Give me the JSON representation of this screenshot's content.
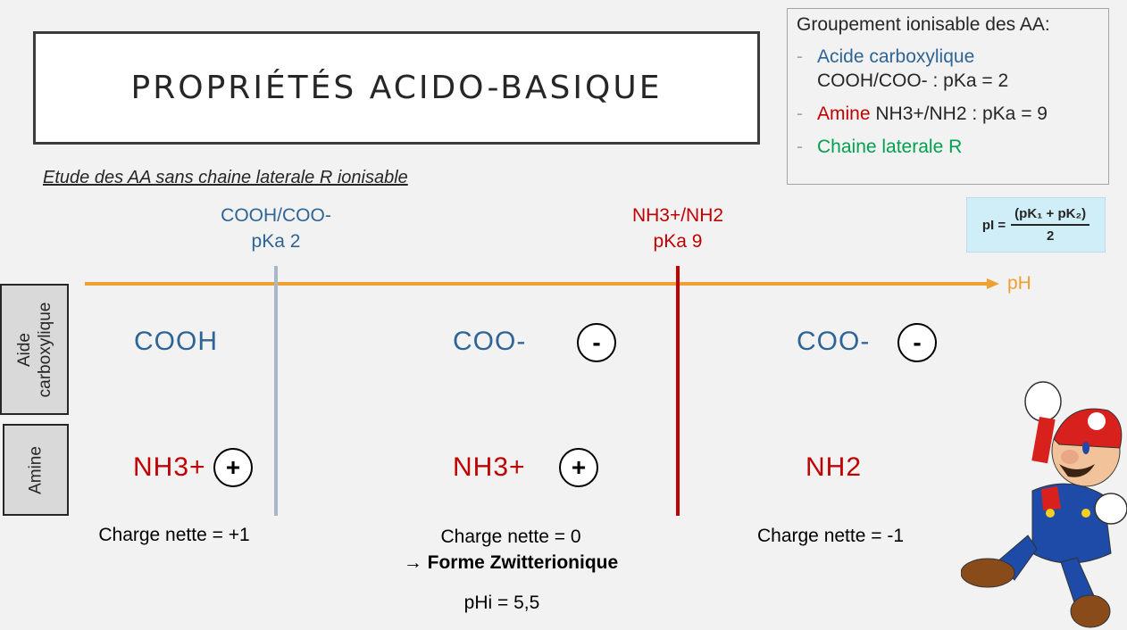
{
  "slide": {
    "title": "PROPRIÉTÉS ACIDO-BASIQUE",
    "subtitle": "Etude des AA sans chaine laterale R ionisable"
  },
  "info_box": {
    "heading": "Groupement ionisable des AA:",
    "items": [
      {
        "dash": "-",
        "label": "Acide carboxylique",
        "detail": "COOH/COO- : pKa = 2",
        "color": "#2e6496"
      },
      {
        "dash": "-",
        "label": "Amine",
        "detail": "NH3+/NH2 : pKa = 9",
        "color": "#c00000"
      },
      {
        "dash": "-",
        "label": "Chaine laterale R",
        "detail": "",
        "color": "#00a050"
      }
    ]
  },
  "pka_labels": {
    "carboxyl": {
      "line1": "COOH/COO-",
      "line2": "pKa 2",
      "color": "#2e6496"
    },
    "amine": {
      "line1": "NH3+/NH2",
      "line2": "pKa 9",
      "color": "#c00000"
    }
  },
  "axis": {
    "label": "pH",
    "color": "#f0a030"
  },
  "row_labels": {
    "carboxyl": {
      "line1": "Aide",
      "line2": "carboxylique"
    },
    "amine": {
      "line1": "Amine"
    }
  },
  "columns": [
    {
      "carboxyl": "COOH",
      "carboxyl_charge": "",
      "amine": "NH3+",
      "amine_charge": "+",
      "net_charge": "Charge nette = +1"
    },
    {
      "carboxyl": "COO-",
      "carboxyl_charge": "-",
      "amine": "NH3+",
      "amine_charge": "+",
      "net_charge": "Charge nette = 0",
      "note_arrow": "→",
      "note": "Forme Zwitterionique"
    },
    {
      "carboxyl": "COO-",
      "carboxyl_charge": "-",
      "amine": "NH2",
      "amine_charge": "",
      "net_charge": "Charge nette = -1"
    }
  ],
  "phi": "pHi = 5,5",
  "formula": {
    "lhs": "pI =",
    "numerator": "(pK₁ + pK₂)",
    "denominator": "2"
  },
  "mario": {
    "icon": "mario-character-image"
  }
}
